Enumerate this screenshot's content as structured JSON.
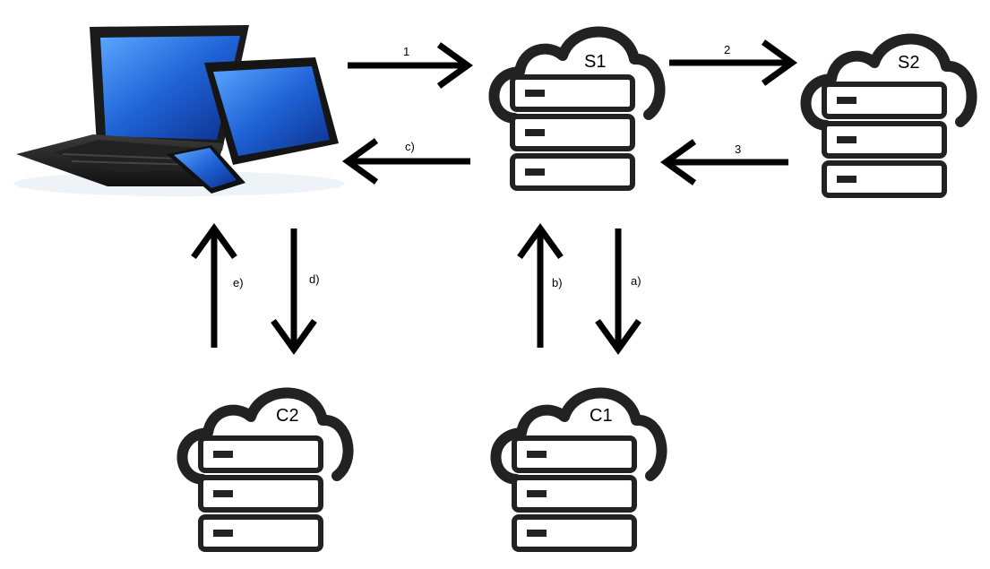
{
  "nodes": {
    "s1": {
      "label": "S1"
    },
    "s2": {
      "label": "S2"
    },
    "c1": {
      "label": "C1"
    },
    "c2": {
      "label": "C2"
    }
  },
  "arrows": {
    "a1": {
      "label": "1"
    },
    "a2": {
      "label": "2"
    },
    "a3": {
      "label": "3"
    },
    "aa": {
      "label": "a)"
    },
    "ab": {
      "label": "b)"
    },
    "ac": {
      "label": "c)"
    },
    "ad": {
      "label": "d)"
    },
    "ae": {
      "label": "e)"
    }
  },
  "colors": {
    "screen": "#1f5fd0",
    "device_body": "#2b2b2b",
    "icon_stroke": "#222222"
  },
  "icons": {
    "client": "laptop-tablet-phone-icon",
    "server": "cloud-server-icon"
  }
}
